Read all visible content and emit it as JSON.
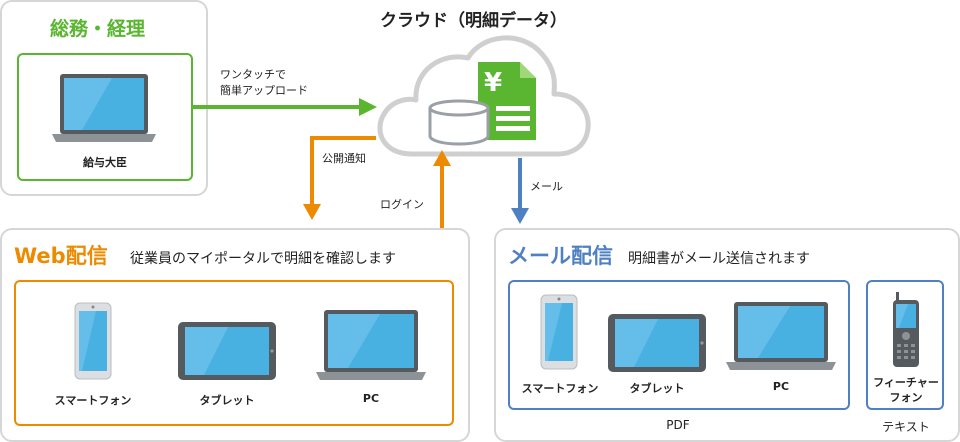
{
  "cloud": {
    "title": "クラウド（明細データ）",
    "yen_symbol": "¥"
  },
  "accounting": {
    "title": "総務・経理",
    "device_label": "給与大臣",
    "upload_label_line1": "ワンタッチで",
    "upload_label_line2": "簡単アップロード"
  },
  "arrows": {
    "publish_notice": "公開通知",
    "login": "ログイン",
    "mail": "メール"
  },
  "web": {
    "title": "Web配信",
    "subtitle": "従業員のマイポータルで明細を確認します",
    "devices": [
      "スマートフォン",
      "タブレット",
      "PC"
    ]
  },
  "mail_delivery": {
    "title": "メール配信",
    "subtitle": "明細書がメール送信されます",
    "devices": [
      "スマートフォン",
      "タブレット",
      "PC"
    ],
    "feature_phone_line1": "フィーチャー",
    "feature_phone_line2": "フォン",
    "pdf_caption": "PDF",
    "text_caption": "テキスト"
  },
  "colors": {
    "green": "#5ab531",
    "orange": "#ed8a00",
    "blue": "#4f80c2",
    "screen": "#49b0e2",
    "device_frame": "#555a5f",
    "panel_border": "#d6d6d6"
  }
}
